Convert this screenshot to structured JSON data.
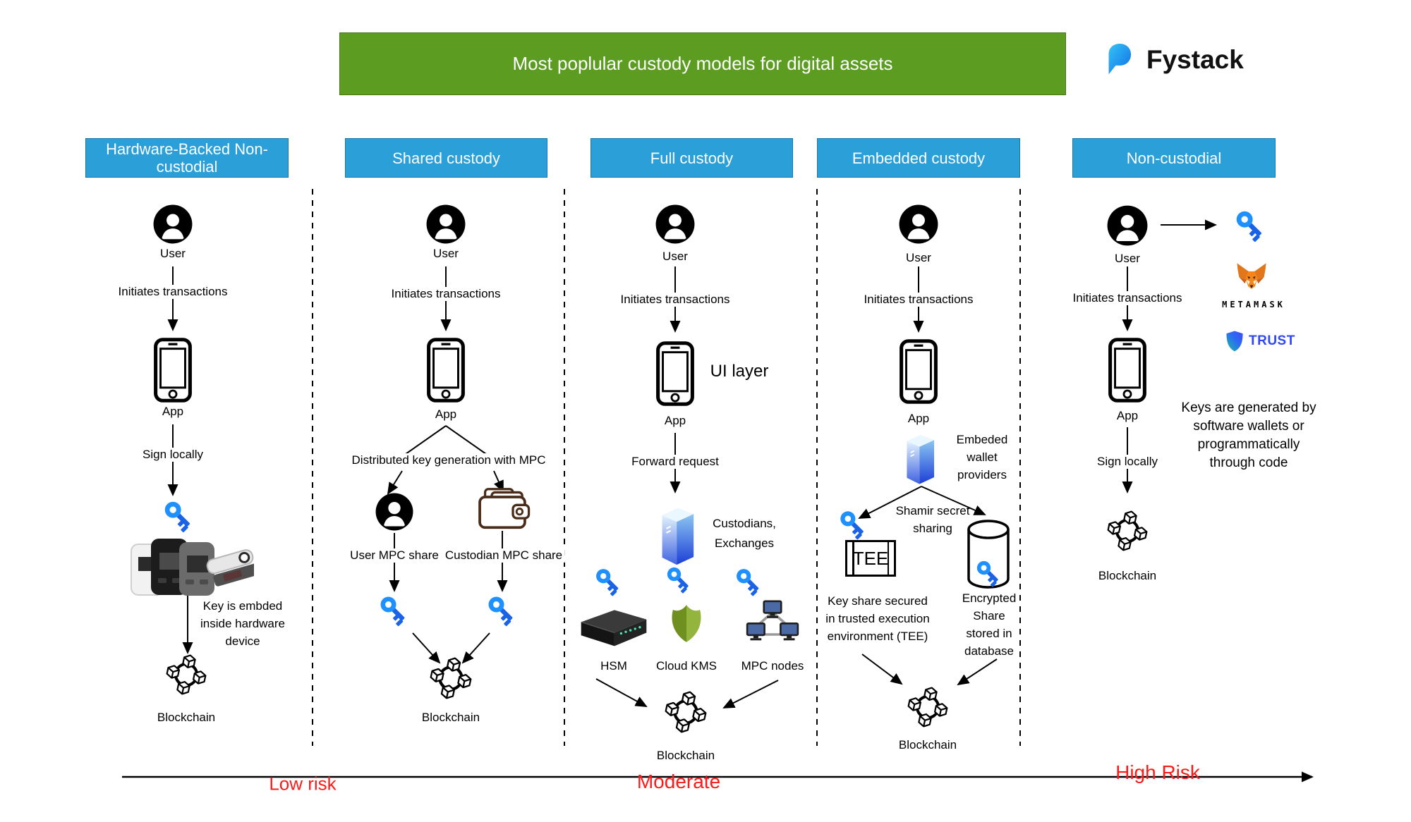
{
  "banner": {
    "title": "Most poplular custody models for digital assets"
  },
  "brand": {
    "name": "Fystack"
  },
  "risk_axis": {
    "low": "Low risk",
    "moderate": "Moderate",
    "high": "High Risk"
  },
  "colors": {
    "banner_green": "#5c9c21",
    "header_blue": "#2b9fd8",
    "key_blue": "#1e90ff",
    "risk_red": "#ff1a1a",
    "kms_green": "#7f9c2c",
    "trust_blue": "#3048f0"
  },
  "columns": [
    {
      "header": "Hardware-Backed Non-custodial",
      "user_label": "User",
      "initiates_label": "Initiates transactions",
      "app_label": "App",
      "sign_label": "Sign locally",
      "key_note": "Key is embded\ninside hardware\ndevice",
      "blockchain_label": "Blockchain"
    },
    {
      "header": "Shared custody",
      "user_label": "User",
      "initiates_label": "Initiates transactions",
      "app_label": "App",
      "dkg_label": "Distributed key generation with MPC",
      "user_share_label": "User MPC share",
      "custodian_share_label": "Custodian MPC share",
      "blockchain_label": "Blockchain"
    },
    {
      "header": "Full custody",
      "user_label": "User",
      "initiates_label": "Initiates transactions",
      "app_label": "App",
      "ui_layer_label": "UI layer",
      "forward_label": "Forward request",
      "custodians_label": "Custodians,\nExchanges",
      "hsm_label": "HSM",
      "kms_label": "Cloud KMS",
      "mpc_label": "MPC nodes",
      "blockchain_label": "Blockchain"
    },
    {
      "header": "Embedded custody",
      "user_label": "User",
      "initiates_label": "Initiates transactions",
      "app_label": "App",
      "provider_label": "Embeded\nwallet\nproviders",
      "shamir_label": "Shamir secret\nsharing",
      "tee_box_label": "TEE",
      "tee_note": "Key share secured\nin trusted execution\nenvironment (TEE)",
      "db_note": "Encrypted\nShare\nstored in\ndatabase",
      "blockchain_label": "Blockchain"
    },
    {
      "header": "Non-custodial",
      "user_label": "User",
      "initiates_label": "Initiates transactions",
      "app_label": "App",
      "sign_label": "Sign locally",
      "metamask_label": "METAMASK",
      "trust_label": "TRUST",
      "keys_note": "Keys are generated by\nsoftware wallets or\nprogrammatically\nthrough code",
      "blockchain_label": "Blockchain"
    }
  ]
}
